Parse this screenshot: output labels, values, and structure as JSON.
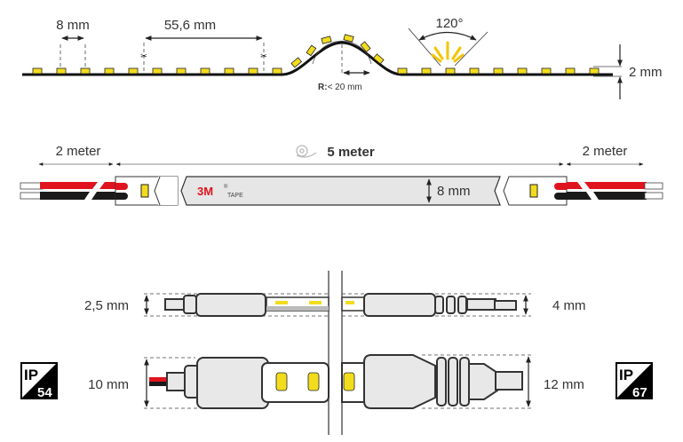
{
  "top": {
    "led_pitch_label": "8 mm",
    "cut_length_label": "55,6 mm",
    "bend_radius_prefix": "R:",
    "bend_radius_value": "< 20 mm",
    "beam_angle_label": "120°",
    "thickness_label": "2 mm"
  },
  "middle": {
    "left_cable_label": "2 meter",
    "strip_length_label": "5 meter",
    "right_cable_label": "2 meter",
    "tape_brand": "3M",
    "tape_brand_mark": "®",
    "tape_text": "TAPE",
    "width_label": "8 mm"
  },
  "bottom": {
    "small_left_label": "2,5 mm",
    "small_right_label": "4 mm",
    "large_left_label": "10 mm",
    "large_right_label": "12 mm",
    "ip_left": {
      "prefix": "IP",
      "value": "54"
    },
    "ip_right": {
      "prefix": "IP",
      "value": "67"
    }
  },
  "colors": {
    "led": "#f2dc1e",
    "wire_red": "#e0141e",
    "wire_black": "#1a1a1a",
    "tape": "#e6e6e6",
    "brand": "#e0141e"
  }
}
